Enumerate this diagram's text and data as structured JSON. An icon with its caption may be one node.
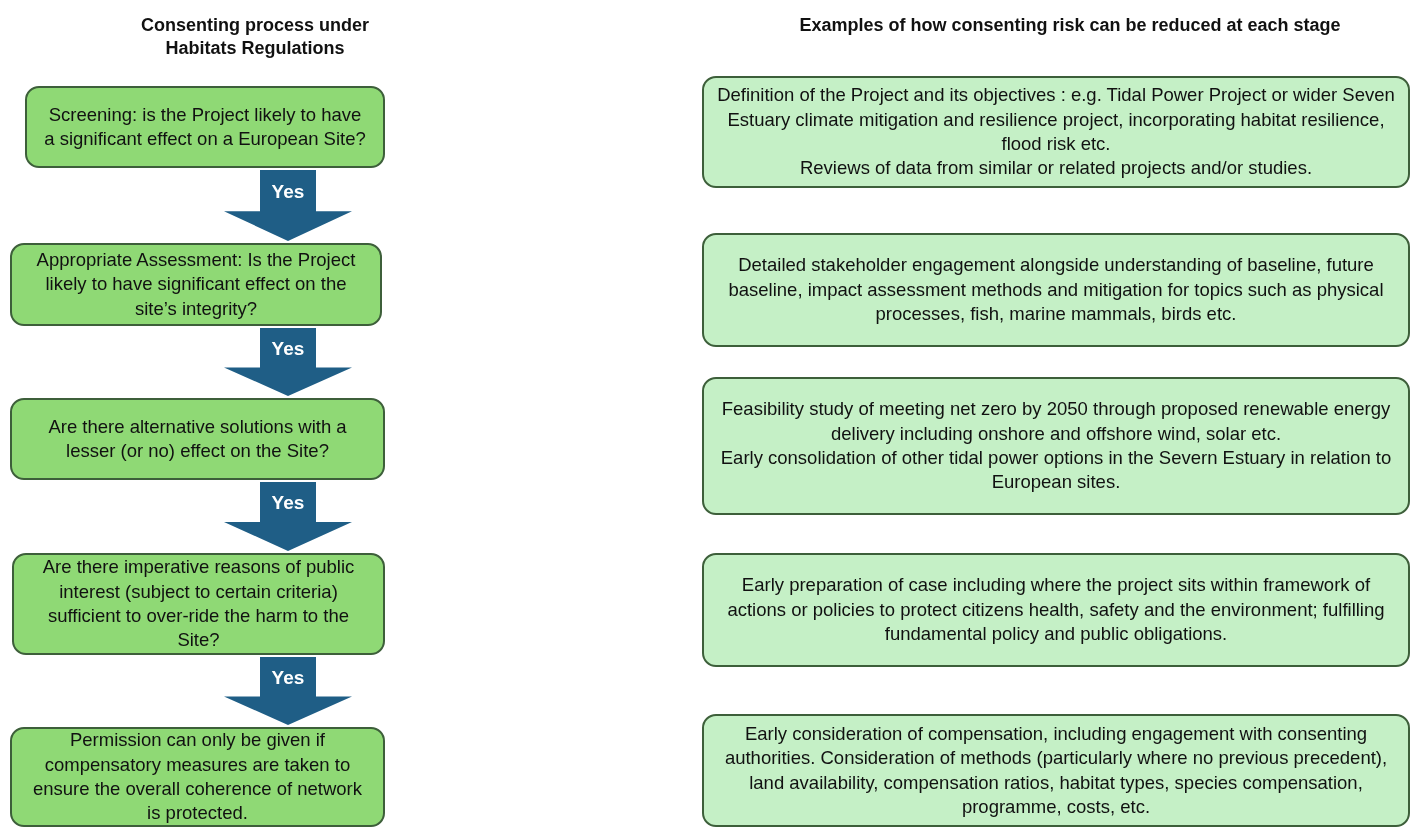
{
  "diagram": {
    "nodes": [
      {
        "text": [
          "Screening: is the Project likely to have a significant effect on a European Site?"
        ]
      },
      {
        "text": [
          "Appropriate Assessment:  Is the Project likely to have significant effect on the site’s integrity?"
        ]
      },
      {
        "text": [
          "Are there alternative solutions with a lesser (or no) effect on the Site?"
        ]
      },
      {
        "text": [
          "Are there imperative reasons of public interest (subject to certain criteria) sufficient to over-ride the harm to the Site?"
        ]
      },
      {
        "text": [
          "Permission can only be given if compensatory measures are taken to ensure the overall coherence of network is protected."
        ]
      },
      {
        "text": [
          "Definition of the Project and its objectives : e.g. Tidal Power Project or wider Seven Estuary climate mitigation and resilience project, incorporating habitat resilience, flood risk etc.",
          "Reviews of data from similar or related projects and/or studies."
        ]
      },
      {
        "text": [
          "Detailed stakeholder engagement alongside understanding of baseline, future baseline, impact assessment methods and mitigation for topics such as physical processes, fish, marine mammals, birds etc."
        ]
      },
      {
        "text": [
          "Feasibility study of meeting net zero by 2050 through proposed renewable energy delivery including onshore and offshore wind, solar etc.",
          "Early consolidation of other tidal power options in the Severn Estuary in relation to European sites."
        ]
      },
      {
        "text": [
          "Early preparation of case including where the project sits within framework of actions or policies to protect citizens health, safety and the environment; fulfilling fundamental policy and public obligations."
        ]
      },
      {
        "text": [
          "Early consideration of compensation, including engagement with consenting authorities. Consideration of methods (particularly where no previous precedent), land availability, compensation ratios, habitat types, species compensation, programme, costs, etc."
        ]
      }
    ],
    "edges": [
      {
        "from": 0,
        "to": 1,
        "arrow": "to",
        "label": "Yes"
      },
      {
        "from": 1,
        "to": 2,
        "arrow": "to",
        "label": "Yes"
      },
      {
        "from": 2,
        "to": 3,
        "arrow": "to",
        "label": "Yes"
      },
      {
        "from": 3,
        "to": 4,
        "arrow": "to",
        "label": "Yes"
      }
    ],
    "labels": [
      "Consenting process under Habitats Regulations",
      "Examples of how consenting risk can be reduced at each stage"
    ]
  }
}
